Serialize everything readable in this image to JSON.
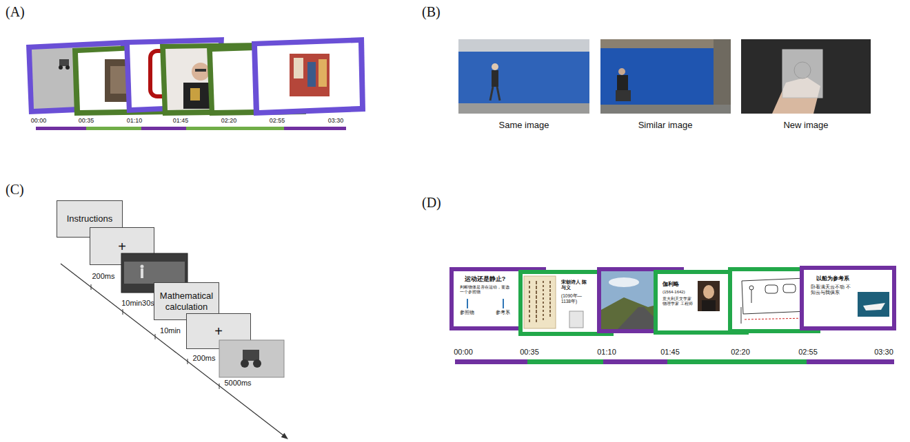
{
  "diagram": {
    "nodes": [
      {
        "text": [
          "Instructions"
        ]
      },
      {
        "text": [
          "+"
        ]
      },
      {
        "text": [
          "Mathematical calculation"
        ]
      },
      {
        "text": [
          "+"
        ]
      },
      {
        "text": [
          "运动还是静止?",
          "判断物体是否在运动，要选一个参照物",
          "参照物",
          "参考系"
        ]
      },
      {
        "text": [
          "宋朝诗人 陈与义",
          "(1090年—1138年)"
        ]
      },
      {
        "text": [
          "伽利略",
          "(1564-1642)",
          "意大利天文学家 物理学家 工程师"
        ]
      },
      {
        "text": [
          "以船为参考系",
          "卧看满天云不动 不知云与我俱东"
        ]
      }
    ],
    "labels": [
      "(A)",
      "(B)",
      "(C)",
      "(D)",
      "00:00",
      "00:35",
      "01:10",
      "01:45",
      "02:20",
      "02:55",
      "03:30",
      "Same image",
      "Similar image",
      "New image",
      "200ms",
      "10min30s",
      "10min",
      "200ms",
      "5000ms",
      "00:00",
      "00:35",
      "01:10",
      "01:45",
      "02:20",
      "02:55",
      "03:30"
    ]
  }
}
